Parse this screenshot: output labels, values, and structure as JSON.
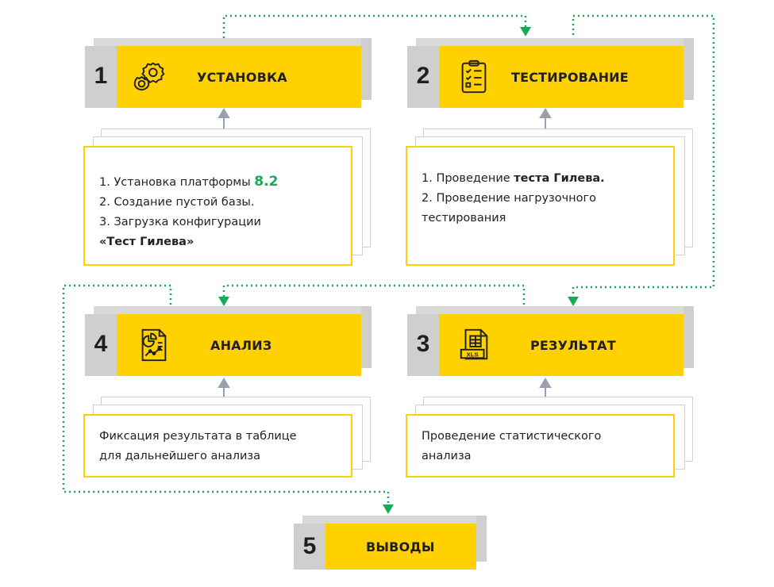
{
  "steps": [
    {
      "number": "1",
      "title": "УСТАНОВКА",
      "icon": "gears-icon",
      "lines": [
        {
          "prefix": "1. Установка платформы ",
          "highlight": "8.2"
        },
        {
          "text": "2. Создание пустой базы."
        },
        {
          "text": "3. Загрузка конфигурации"
        },
        {
          "bold": "«Тест Гилева»"
        }
      ]
    },
    {
      "number": "2",
      "title": "ТЕСТИРОВАНИЕ",
      "icon": "clipboard-checklist-icon",
      "lines": [
        {
          "prefix": "1. Проведение ",
          "bold": "теста Гилева."
        },
        {
          "text": "2. Проведение нагрузочного"
        },
        {
          "text": "тестирования"
        }
      ]
    },
    {
      "number": "4",
      "title": "АНАЛИЗ",
      "icon": "report-chart-icon",
      "lines": [
        {
          "text": "Фиксация результата в таблице"
        },
        {
          "text": "для дальнейшего анализа"
        }
      ]
    },
    {
      "number": "3",
      "title": "РЕЗУЛЬТАТ",
      "icon": "xls-file-icon",
      "lines": [
        {
          "text": "Проведение статистического"
        },
        {
          "text": "анализа"
        }
      ]
    },
    {
      "number": "5",
      "title": "ВЫВОДЫ"
    }
  ],
  "colors": {
    "accent": "#ffd100",
    "connector": "#1aaa57",
    "arrow": "#9aa0ad",
    "side": "#cfcfcf"
  }
}
